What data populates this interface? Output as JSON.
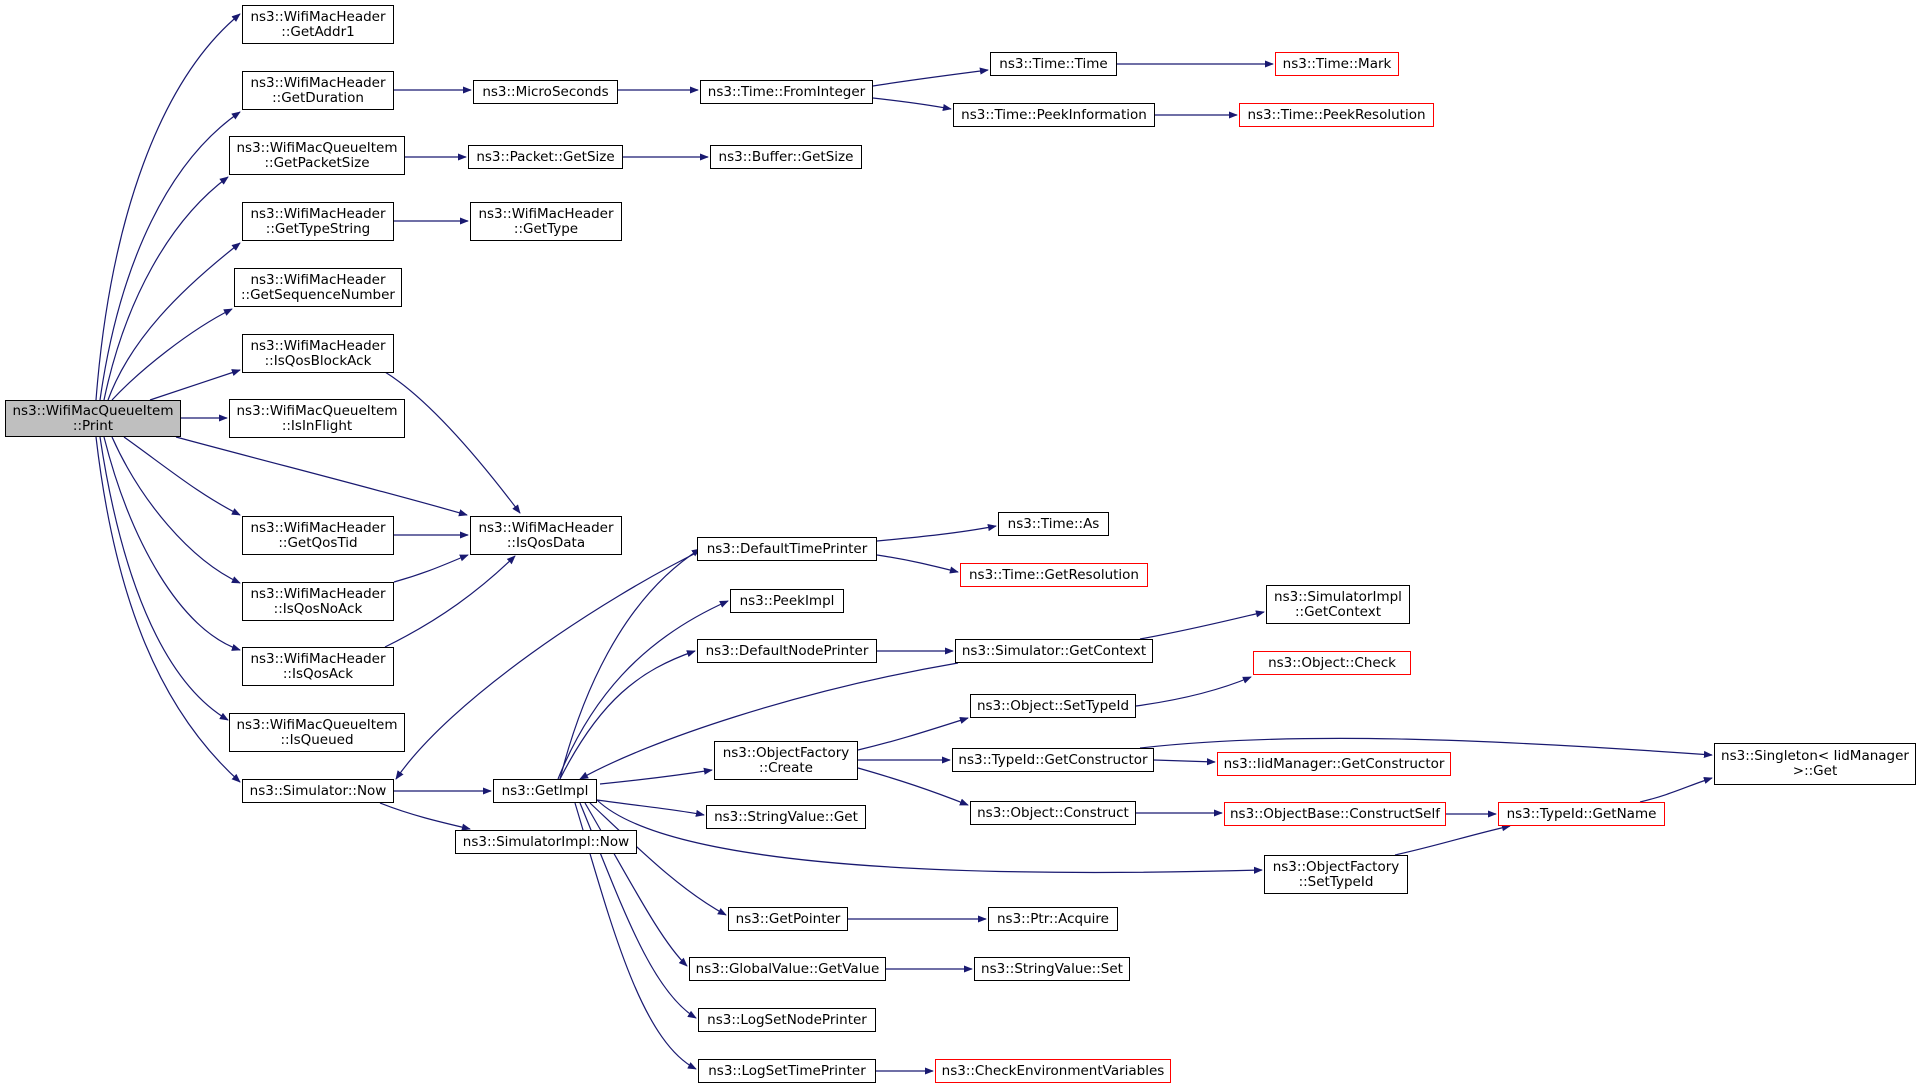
{
  "colors": {
    "edge": "#191970",
    "root_fill": "#bfbfbf",
    "truncated_border": "#ff0000",
    "node_border": "#000000"
  },
  "root": {
    "line1": "ns3::WifiMacQueueItem",
    "line2": "::Print"
  },
  "nodes": {
    "GetAddr1": {
      "line1": "ns3::WifiMacHeader",
      "line2": "::GetAddr1"
    },
    "GetDuration": {
      "line1": "ns3::WifiMacHeader",
      "line2": "::GetDuration"
    },
    "GetPacketSize": {
      "line1": "ns3::WifiMacQueueItem",
      "line2": "::GetPacketSize"
    },
    "GetTypeString": {
      "line1": "ns3::WifiMacHeader",
      "line2": "::GetTypeString"
    },
    "GetSequenceNumber": {
      "line1": "ns3::WifiMacHeader",
      "line2": "::GetSequenceNumber"
    },
    "IsQosBlockAck": {
      "line1": "ns3::WifiMacHeader",
      "line2": "::IsQosBlockAck"
    },
    "IsInFlight": {
      "line1": "ns3::WifiMacQueueItem",
      "line2": "::IsInFlight"
    },
    "GetQosTid": {
      "line1": "ns3::WifiMacHeader",
      "line2": "::GetQosTid"
    },
    "IsQosNoAck": {
      "line1": "ns3::WifiMacHeader",
      "line2": "::IsQosNoAck"
    },
    "IsQosAck": {
      "line1": "ns3::WifiMacHeader",
      "line2": "::IsQosAck"
    },
    "IsQueued": {
      "line1": "ns3::WifiMacQueueItem",
      "line2": "::IsQueued"
    },
    "SimulatorNow": {
      "line1": "ns3::Simulator::Now"
    },
    "MicroSeconds": {
      "line1": "ns3::MicroSeconds"
    },
    "FromInteger": {
      "line1": "ns3::Time::FromInteger"
    },
    "TimeTime": {
      "line1": "ns3::Time::Time"
    },
    "TimeMark": {
      "line1": "ns3::Time::Mark"
    },
    "PeekInformation": {
      "line1": "ns3::Time::PeekInformation"
    },
    "PeekResolution": {
      "line1": "ns3::Time::PeekResolution"
    },
    "PacketGetSize": {
      "line1": "ns3::Packet::GetSize"
    },
    "BufferGetSize": {
      "line1": "ns3::Buffer::GetSize"
    },
    "GetType": {
      "line1": "ns3::WifiMacHeader",
      "line2": "::GetType"
    },
    "IsQosData": {
      "line1": "ns3::WifiMacHeader",
      "line2": "::IsQosData"
    },
    "GetImpl": {
      "line1": "ns3::GetImpl"
    },
    "SimImplNow": {
      "line1": "ns3::SimulatorImpl::Now"
    },
    "DefaultTimePrinter": {
      "line1": "ns3::DefaultTimePrinter"
    },
    "TimeAs": {
      "line1": "ns3::Time::As"
    },
    "TimeGetResolution": {
      "line1": "ns3::Time::GetResolution"
    },
    "PeekImpl": {
      "line1": "ns3::PeekImpl"
    },
    "DefaultNodePrinter": {
      "line1": "ns3::DefaultNodePrinter"
    },
    "SimGetContext": {
      "line1": "ns3::Simulator::GetContext"
    },
    "SimImplGetContext": {
      "line1": "ns3::SimulatorImpl",
      "line2": "::GetContext"
    },
    "ObjectCheck": {
      "line1": "ns3::Object::Check"
    },
    "ObjectSetTypeId": {
      "line1": "ns3::Object::SetTypeId"
    },
    "ObjectFactoryCreate": {
      "line1": "ns3::ObjectFactory",
      "line2": "::Create"
    },
    "TypeIdGetConstructor": {
      "line1": "ns3::TypeId::GetConstructor"
    },
    "IidGetConstructor": {
      "line1": "ns3::IidManager::GetConstructor"
    },
    "SingletonGet": {
      "line1": "ns3::Singleton< IidManager",
      "line2": ">::Get"
    },
    "ObjectConstruct": {
      "line1": "ns3::Object::Construct"
    },
    "ConstructSelf": {
      "line1": "ns3::ObjectBase::ConstructSelf"
    },
    "TypeIdGetName": {
      "line1": "ns3::TypeId::GetName"
    },
    "StringValueGet": {
      "line1": "ns3::StringValue::Get"
    },
    "ObjFactorySetTypeId": {
      "line1": "ns3::ObjectFactory",
      "line2": "::SetTypeId"
    },
    "GetPointer": {
      "line1": "ns3::GetPointer"
    },
    "PtrAcquire": {
      "line1": "ns3::Ptr::Acquire"
    },
    "GlobalValueGetValue": {
      "line1": "ns3::GlobalValue::GetValue"
    },
    "StringValueSet": {
      "line1": "ns3::StringValue::Set"
    },
    "LogSetNodePrinter": {
      "line1": "ns3::LogSetNodePrinter"
    },
    "LogSetTimePrinter": {
      "line1": "ns3::LogSetTimePrinter"
    },
    "CheckEnvVars": {
      "line1": "ns3::CheckEnvironmentVariables"
    }
  }
}
